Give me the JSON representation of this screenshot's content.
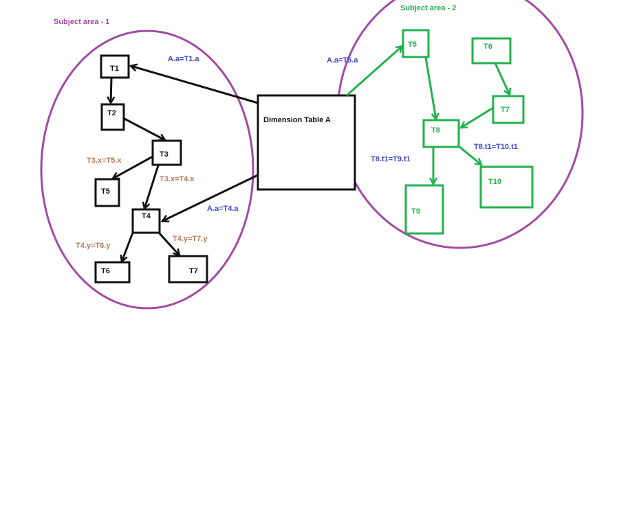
{
  "colors": {
    "black": "#111111",
    "green": "#22b14c",
    "purple": "#a349a4",
    "blue": "#3f48cc",
    "brown": "#b97a57"
  },
  "subject_areas": {
    "area1": "Subject area - 1",
    "area2": "Subject area - 2"
  },
  "dimension_table": "Dimension Table A",
  "area1_tables": {
    "t1": "T1",
    "t2": "T2",
    "t3": "T3",
    "t4": "T4",
    "t5": "T5",
    "t6": "T6",
    "t7": "T7"
  },
  "area2_tables": {
    "t5": "T5",
    "t6": "T6",
    "t7": "T7",
    "t8": "T8",
    "t9": "T9",
    "t10": "T10"
  },
  "join_labels": {
    "a_t1": "A.a=T1.a",
    "a_t4": "A.a=T4.a",
    "a_t5": "A.a=T5.a",
    "t3_t5": "T3.x=T5.x",
    "t3_t4": "T3.x=T4.x",
    "t4_t6": "T4.y=T6.y",
    "t4_t7": "T4.y=T7.y",
    "t8_t9": "T8.t1=T9.t1",
    "t8_t10": "T8.t1=T10.t1"
  }
}
